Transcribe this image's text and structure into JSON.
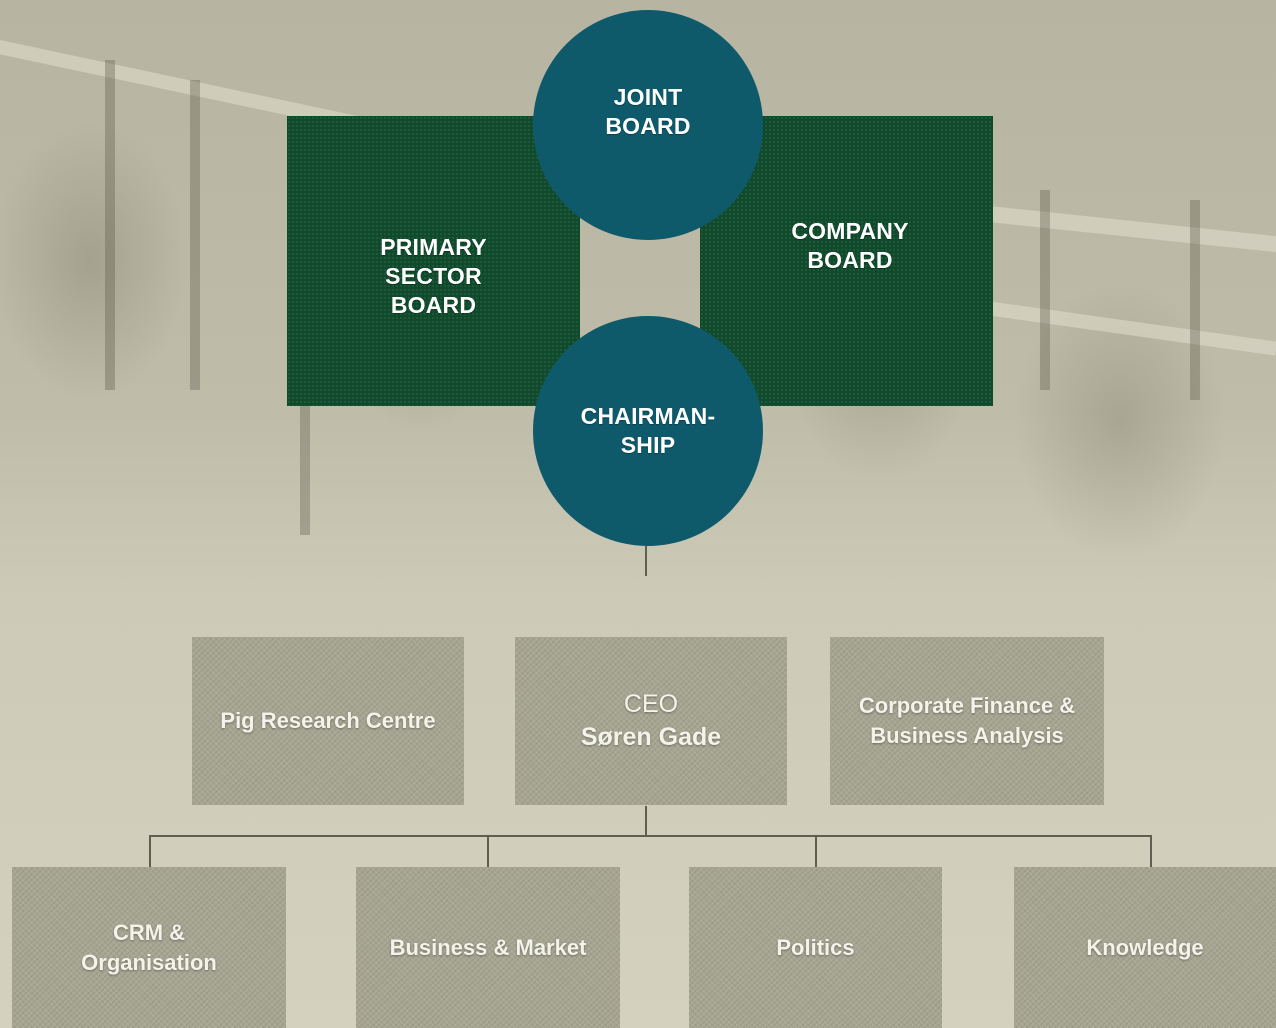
{
  "top_structure": {
    "joint_board": "JOINT\nBOARD",
    "primary_sector_board": "PRIMARY\nSECTOR\nBOARD",
    "company_board": "COMPANY\nBOARD",
    "chairmanship": "CHAIRMAN-\nSHIP"
  },
  "executive_row": {
    "left": "Pig Research Centre",
    "ceo_title": "CEO",
    "ceo_name": "Søren Gade",
    "right": "Corporate Finance &\nBusiness Analysis"
  },
  "departments": [
    "CRM &\nOrganisation",
    "Business & Market",
    "Politics",
    "Knowledge"
  ],
  "colors": {
    "board_green": "#0f4a2b",
    "circle_teal": "#0e5a6b",
    "box_grey": "#a6a592"
  }
}
